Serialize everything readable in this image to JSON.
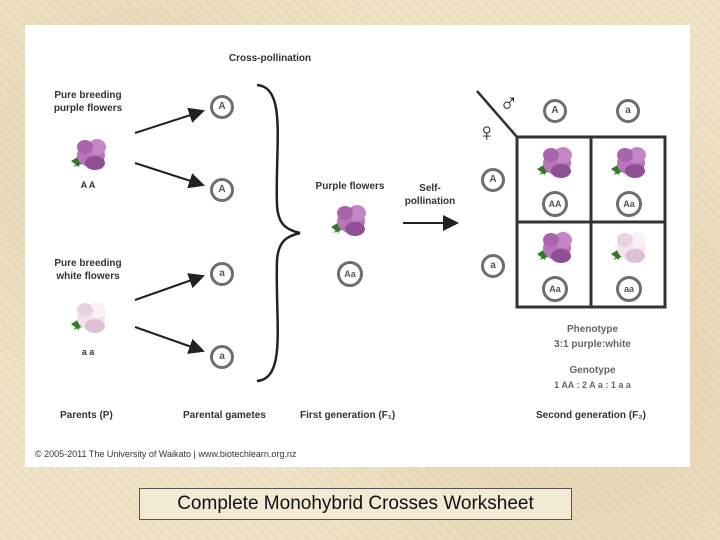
{
  "diagram": {
    "cross_title": "Cross-pollination",
    "parent1_label": "Pure breeding\npurple flowers",
    "parent1_genotype": "A A",
    "parent2_label": "Pure breeding\nwhite flowers",
    "parent2_genotype": "a a",
    "gametes_p1": [
      "A",
      "A"
    ],
    "gametes_p2": [
      "a",
      "a"
    ],
    "f1_label": "Purple flowers",
    "f1_genotype": "Aa",
    "self_pollination": "Self-\npollination",
    "male_symbol": "♂",
    "female_symbol": "♀",
    "male_gametes": [
      "A",
      "a"
    ],
    "female_gametes": [
      "A",
      "a"
    ],
    "punnett": [
      {
        "genotype": "AA",
        "flower": "purple"
      },
      {
        "genotype": "Aa",
        "flower": "purple"
      },
      {
        "genotype": "Aa",
        "flower": "purple"
      },
      {
        "genotype": "aa",
        "flower": "white"
      }
    ],
    "phenotype_title": "Phenotype",
    "phenotype_ratio": "3:1  purple:white",
    "genotype_title": "Genotype",
    "genotype_ratio": "1 AA : 2 A a : 1 a a",
    "footer_parents": "Parents (P)",
    "footer_gametes": "Parental gametes",
    "footer_f1": "First generation (F₁)",
    "footer_f2": "Second generation (F₂)",
    "copyright": "© 2005-2011 The University of Waikato | www.biotechlearn.org.nz"
  },
  "caption": "Complete Monohybrid Crosses Worksheet",
  "colors": {
    "purple_petal": "#b975bc",
    "purple_dark": "#8f4f93",
    "white_petal": "#f3e3ef",
    "leaf": "#3a8a2a",
    "allele_border": "#6e6e6e"
  }
}
